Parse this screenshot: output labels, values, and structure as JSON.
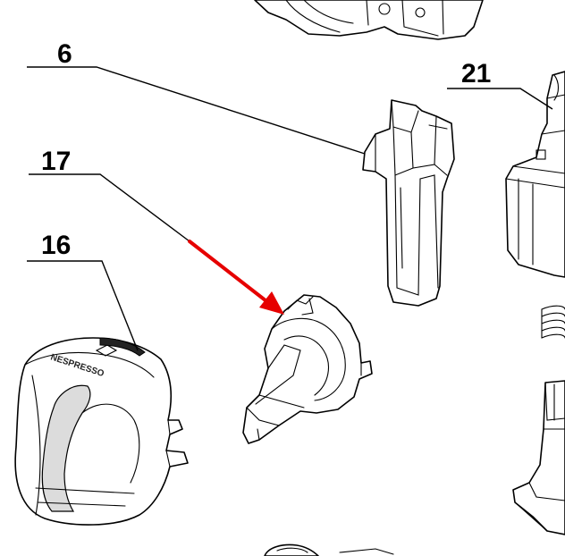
{
  "callouts": [
    {
      "id": "6",
      "label": "6"
    },
    {
      "id": "17",
      "label": "17"
    },
    {
      "id": "16",
      "label": "16"
    },
    {
      "id": "21",
      "label": "21"
    }
  ],
  "brand_text": "NESPRESSO",
  "colors": {
    "line": "#000000",
    "highlight_arrow": "#e60000",
    "background": "#ffffff",
    "shade": "#dcdcdc"
  }
}
